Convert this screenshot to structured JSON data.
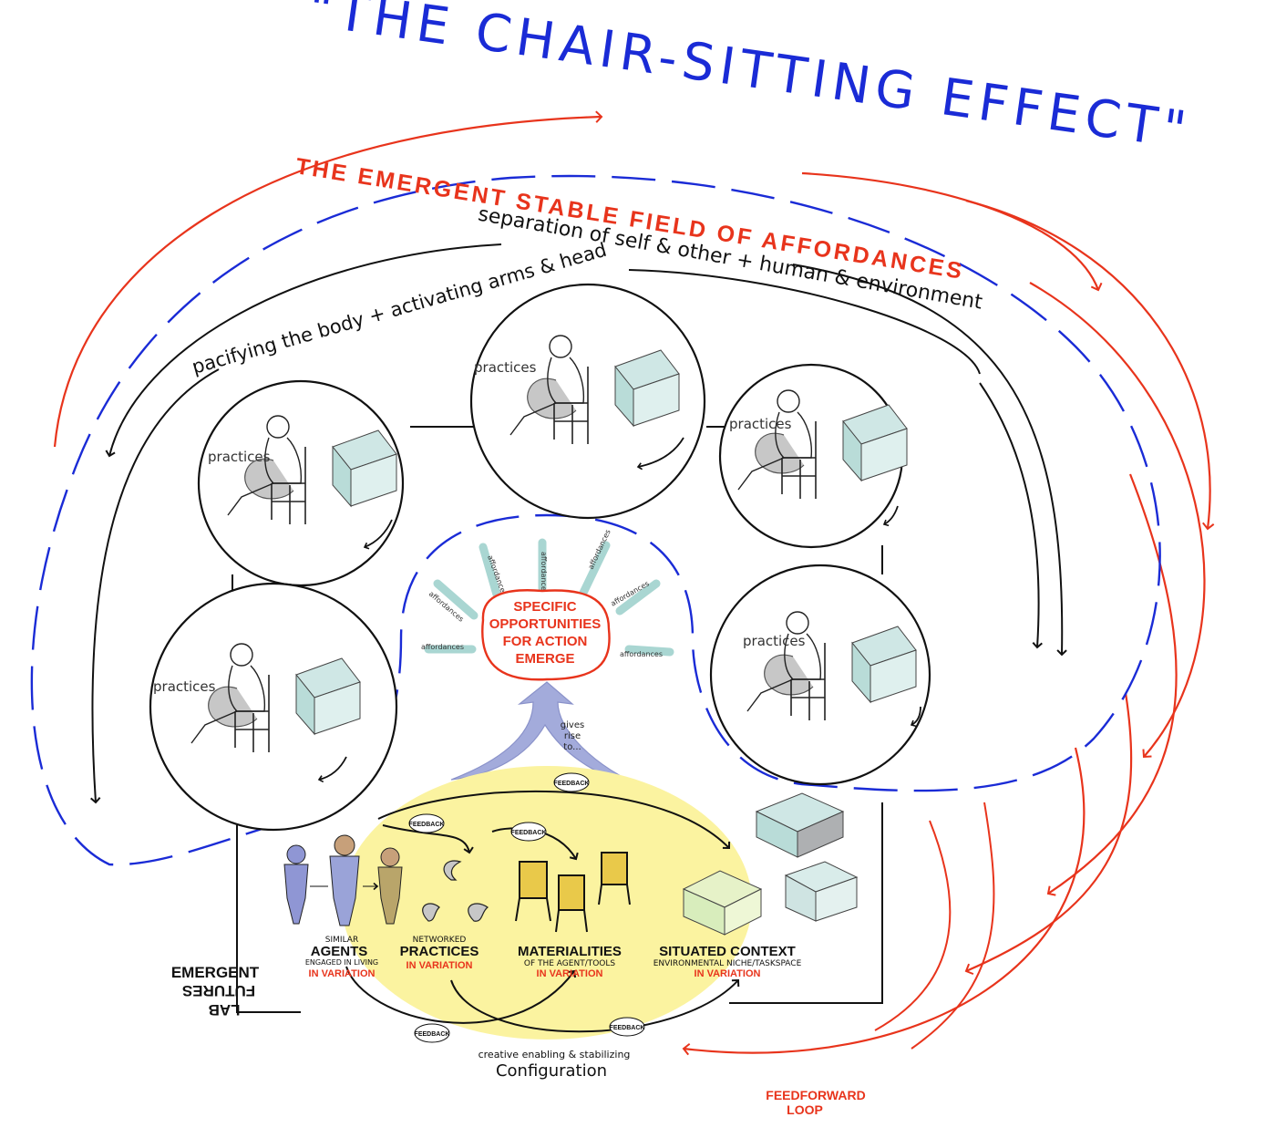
{
  "title": "\"THE CHAIR-SITTING EFFECT\"",
  "field_title": "THE EMERGENT STABLE FIELD OF AFFORDANCES",
  "loop_labels": {
    "outer": "separation of self & other + human & environment",
    "inner": "pacifying the body + activating arms & head"
  },
  "scene_label": "practices",
  "center": {
    "line1": "SPECIFIC",
    "line2": "OPPORTUNITIES",
    "line3": "FOR ACTION",
    "line4": "EMERGE"
  },
  "affordance_label": "affordances",
  "gives_rise": {
    "l1": "gives",
    "l2": "rise",
    "l3": "to..."
  },
  "feedback_label": "FEEDBACK",
  "elements": {
    "agents": {
      "small": "SIMILAR",
      "title": "AGENTS",
      "sub": "ENGAGED IN LIVING",
      "variation": "IN VARIATION"
    },
    "practices": {
      "small": "NETWORKED",
      "title": "PRACTICES",
      "variation": "IN VARIATION"
    },
    "materialities": {
      "title": "MATERIALITIES",
      "sub": "OF THE AGENT/TOOLS",
      "variation": "IN VARIATION"
    },
    "context": {
      "title": "SITUATED CONTEXT",
      "sub": "ENVIRONMENTAL NICHE/TASKSPACE",
      "variation": "IN VARIATION"
    }
  },
  "configuration": {
    "small": "creative enabling & stabilizing",
    "title": "Configuration"
  },
  "feedforward": {
    "l1": "FEEDFORWARD",
    "l2": "LOOP"
  },
  "logo": {
    "l1": "EMERGENT",
    "l2": "FUTURES",
    "l3": "LAB"
  },
  "colors": {
    "blue": "#1a2bd6",
    "red": "#e8341c",
    "yellow": "#fbf3a0",
    "teal": "#a9d6d2",
    "purple": "#9aa3d8",
    "black": "#111111"
  }
}
